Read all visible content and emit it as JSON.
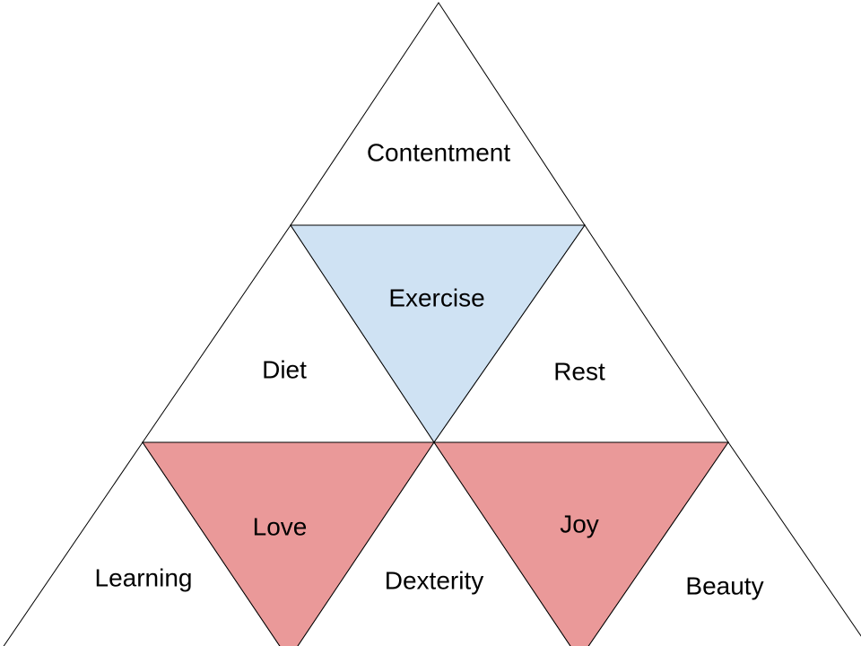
{
  "colors": {
    "background": "#ffffff",
    "outline": "#000000",
    "exercise_fill": "#cfe2f3",
    "love_fill": "#ea9999",
    "joy_fill": "#ea9999",
    "plain_fill": "#ffffff"
  },
  "labels": {
    "contentment": "Contentment",
    "exercise": "Exercise",
    "diet": "Diet",
    "rest": "Rest",
    "love": "Love",
    "joy": "Joy",
    "learning": "Learning",
    "dexterity": "Dexterity",
    "beauty": "Beauty"
  }
}
